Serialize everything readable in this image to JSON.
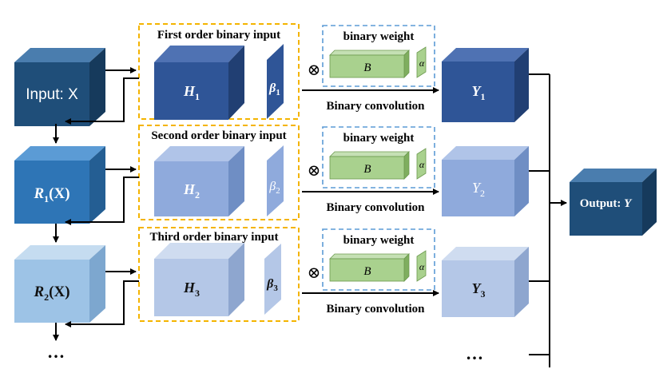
{
  "input_cubes": [
    {
      "label": "Input: X",
      "main": "Input: X",
      "sub": "",
      "tail": ""
    },
    {
      "label": "R1(X)",
      "main": "R",
      "sub": "1",
      "tail": "(X)"
    },
    {
      "label": "R2(X)",
      "main": "R",
      "sub": "2",
      "tail": "(X)"
    }
  ],
  "orders": [
    {
      "group_title": "First order binary input",
      "h_main": "H",
      "h_sub": "1",
      "beta_main": "β",
      "beta_sub": "1",
      "weight_title": "binary weight",
      "weight_b": "B",
      "weight_alpha": "α",
      "otimes": "⊗",
      "conv_label": "Binary convolution",
      "y_main": "Y",
      "y_sub": "1"
    },
    {
      "group_title": "Second order binary input",
      "h_main": "H",
      "h_sub": "2",
      "beta_main": "β",
      "beta_sub": "2",
      "weight_title": "binary weight",
      "weight_b": "B",
      "weight_alpha": "α",
      "otimes": "⊗",
      "conv_label": "Binary convolution",
      "y_main": "Y",
      "y_sub": "2"
    },
    {
      "group_title": "Third order binary input",
      "h_main": "H",
      "h_sub": "3",
      "beta_main": "β",
      "beta_sub": "3",
      "weight_title": "binary weight",
      "weight_b": "B",
      "weight_alpha": "α",
      "otimes": "⊗",
      "conv_label": "Binary convolution",
      "y_main": "Y",
      "y_sub": "3"
    }
  ],
  "output": {
    "label": "Output: Y",
    "prefix": "Output: ",
    "var": "Y"
  },
  "continuation_left": "…",
  "continuation_right": "…",
  "colors": {
    "input_front": "#1f4e79",
    "r1_front": "#2e75b6",
    "r2_front": "#9dc3e6",
    "h1_front": "#2f5597",
    "h2_front": "#8faadc",
    "h3_front": "#b4c7e7",
    "y1_front": "#2f5597",
    "y2_front": "#8faadc",
    "y3_front": "#b4c7e7",
    "output_front": "#1f4e79",
    "weight_green": "#a9d18e",
    "group_border": "#f4b400",
    "weight_border": "#5b9bd5"
  }
}
